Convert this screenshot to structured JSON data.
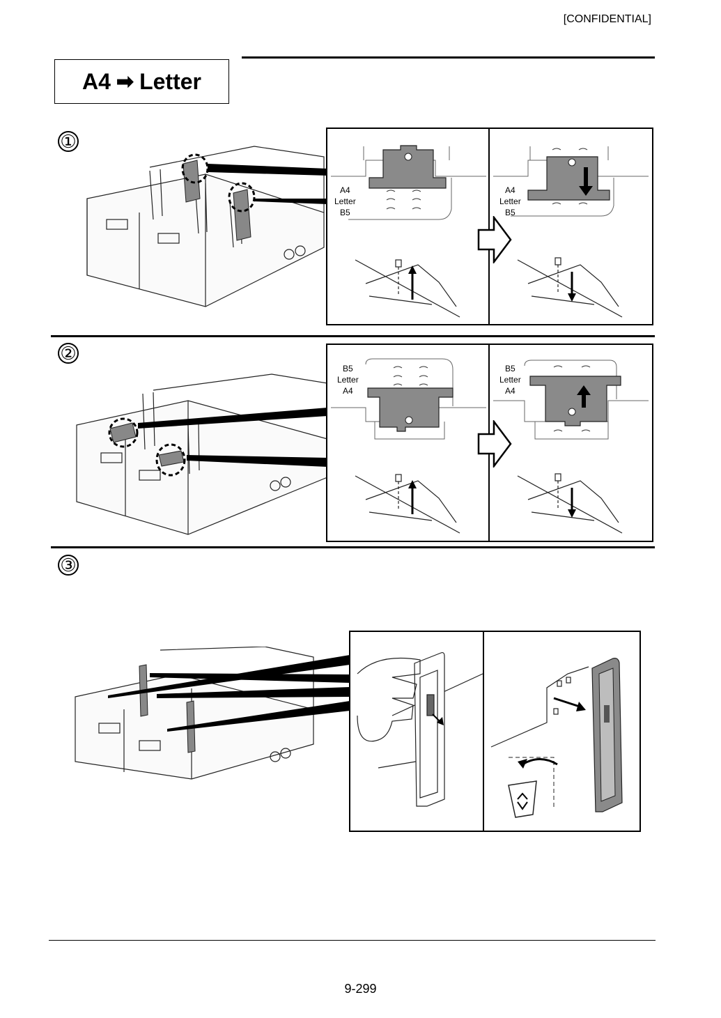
{
  "header": {
    "confidential": "[CONFIDENTIAL]"
  },
  "title": {
    "from": "A4",
    "arrow": "➡",
    "to": "Letter"
  },
  "steps": [
    {
      "number": "①",
      "panel_left": {
        "labels": [
          "A4",
          "Letter",
          "B5"
        ]
      },
      "panel_right": {
        "labels": [
          "A4",
          "Letter",
          "B5"
        ]
      }
    },
    {
      "number": "②",
      "panel_left": {
        "labels": [
          "B5",
          "Letter",
          "A4"
        ]
      },
      "panel_right": {
        "labels": [
          "B5",
          "Letter",
          "A4"
        ]
      }
    },
    {
      "number": "③"
    }
  ],
  "icons": {
    "step1_arrow": "hollow-right-arrow-icon",
    "step2_arrow": "hollow-right-arrow-icon",
    "recycle": "recycle-bin-icon"
  },
  "footer": {
    "page_number": "9-299"
  }
}
